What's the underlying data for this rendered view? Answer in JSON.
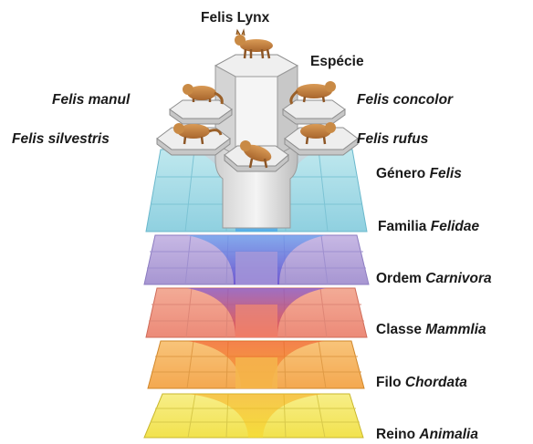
{
  "species": {
    "top": "Felis Lynx",
    "left_upper": "Felis manul",
    "left_lower": "Felis silvestris",
    "right_upper": "Felis concolor",
    "right_lower": "Felis rufus"
  },
  "levels": [
    {
      "rank": "Espécie",
      "taxon": "",
      "color": "#e6e6e6"
    },
    {
      "rank": "Género",
      "taxon": "Felis",
      "color": "#a9dde6"
    },
    {
      "rank": "Familia",
      "taxon": "Felidae",
      "color": "#9fd8e6"
    },
    {
      "rank": "Ordem",
      "taxon": "Carnivora",
      "color": "#b9a8d9"
    },
    {
      "rank": "Classe",
      "taxon": "Mammlia",
      "color": "#ef9a86"
    },
    {
      "rank": "Filo",
      "taxon": "Chordata",
      "color": "#f6b45d"
    },
    {
      "rank": "Reino",
      "taxon": "Animalia",
      "color": "#f4e861"
    }
  ]
}
